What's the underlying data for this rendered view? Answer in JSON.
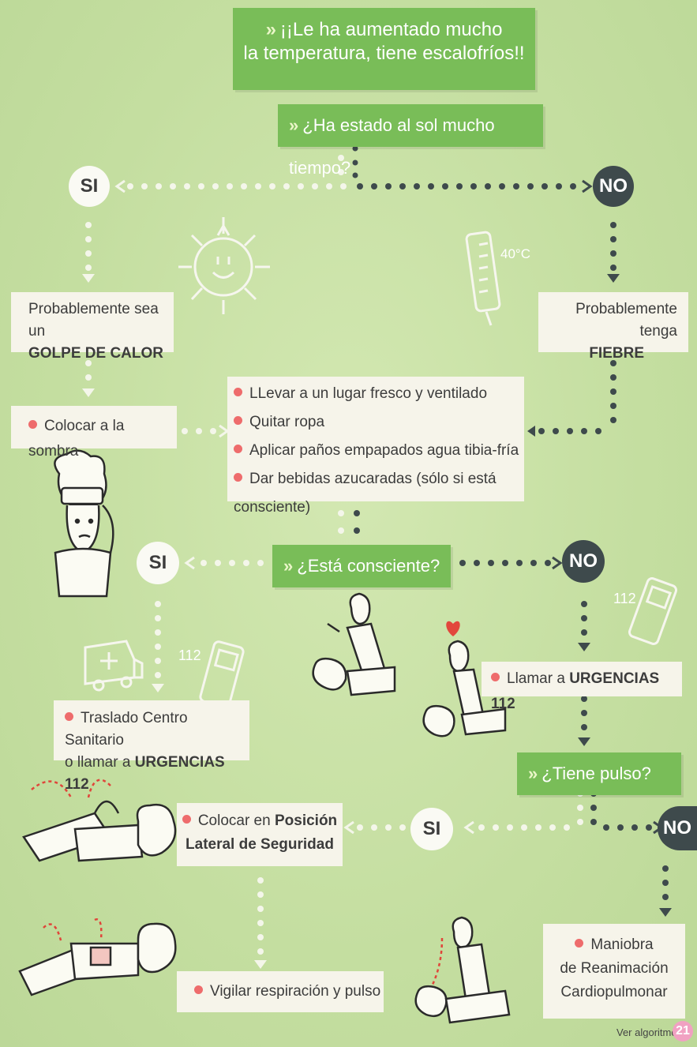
{
  "icons": {
    "arrow": "»"
  },
  "title": {
    "line1": "¡¡Le ha aumentado mucho",
    "line2": "la temperatura, tiene escalofríos!!"
  },
  "labels": {
    "si": "SI",
    "no": "NO"
  },
  "flow": {
    "q_sun": "¿Ha estado al sol mucho tiempo?",
    "temp": "40°C",
    "heat_pre": "Probablemente sea un",
    "heat_bold": "GOLPE DE CALOR",
    "fever_pre": "Probablemente tenga",
    "fever_bold": "FIEBRE",
    "shade": "Colocar a la sombra",
    "measures": [
      "LLevar a un lugar fresco y ventilado",
      "Quitar ropa",
      "Aplicar paños empapados agua tibia-fría",
      "Dar bebidas azucaradas (sólo si está consciente)"
    ],
    "q_conscious": "¿Está consciente?",
    "num112": "112",
    "transfer_1": "Traslado Centro Sanitario",
    "transfer_2": "o llamar a ",
    "urgencias": "URGENCIAS 112",
    "call_pre": "Llamar a ",
    "q_pulse": "¿Tiene pulso?",
    "lateral_1": "Colocar en ",
    "lateral_bold1": "Posición",
    "lateral_bold2": "Lateral de Seguridad",
    "monitor": "Vigilar respiración y pulso",
    "cpr_1": "Maniobra",
    "cpr_2": "de Reanimación",
    "cpr_3": "Cardiopulmonar"
  },
  "footer": {
    "link": "Ver algoritmo",
    "page": "21"
  },
  "colors": {
    "green_banner": "#79bd58",
    "background": "#c8e1a3",
    "no_node": "#3e4a4c",
    "bullet": "#ee6c6c"
  }
}
